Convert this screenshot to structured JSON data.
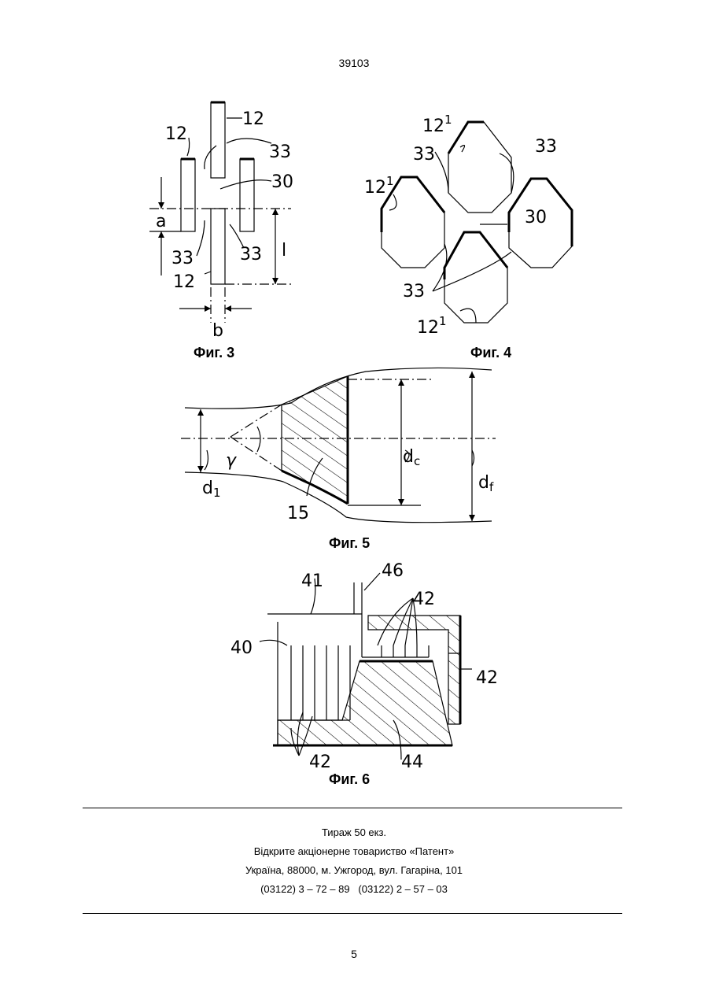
{
  "header": {
    "doc_number": "39103"
  },
  "figures": {
    "fig3": {
      "caption": "Фиг. 3",
      "labels": {
        "top_12": "12",
        "left_12": "12",
        "bottom_12": "12",
        "label_33_top": "33",
        "label_33_left": "33",
        "label_33_right": "33",
        "label_30": "30",
        "dim_a": "a",
        "dim_l": "l",
        "dim_b": "b"
      }
    },
    "fig4": {
      "caption": "Фиг. 4",
      "labels": {
        "top": "12",
        "left": "12",
        "bottom": "12",
        "sup": "1",
        "label_33_a": "33",
        "label_33_b": "33",
        "label_33_c": "33",
        "label_30": "30"
      }
    },
    "fig5": {
      "caption": "Фиг. 5",
      "labels": {
        "d1": "d",
        "d1_sub": "1",
        "dc": "d",
        "dc_sub": "c",
        "df": "d",
        "df_sub": "f",
        "label_15": "15",
        "gamma": "γ"
      }
    },
    "fig6": {
      "caption": "Фиг. 6",
      "labels": {
        "label_40": "40",
        "label_41": "41",
        "label_46": "46",
        "label_42_top": "42",
        "label_42_right": "42",
        "label_42_bottom": "42",
        "label_44": "44"
      }
    }
  },
  "footer": {
    "line1": "Тираж 50 екз.",
    "line2": "Відкрите акціонерне товариство «Патент»",
    "line3": "Україна, 88000, м. Ужгород, вул. Гагаріна, 101",
    "line4": "(03122) 3 – 72 – 89   (03122) 2 – 57 – 03"
  },
  "page_number": "5"
}
